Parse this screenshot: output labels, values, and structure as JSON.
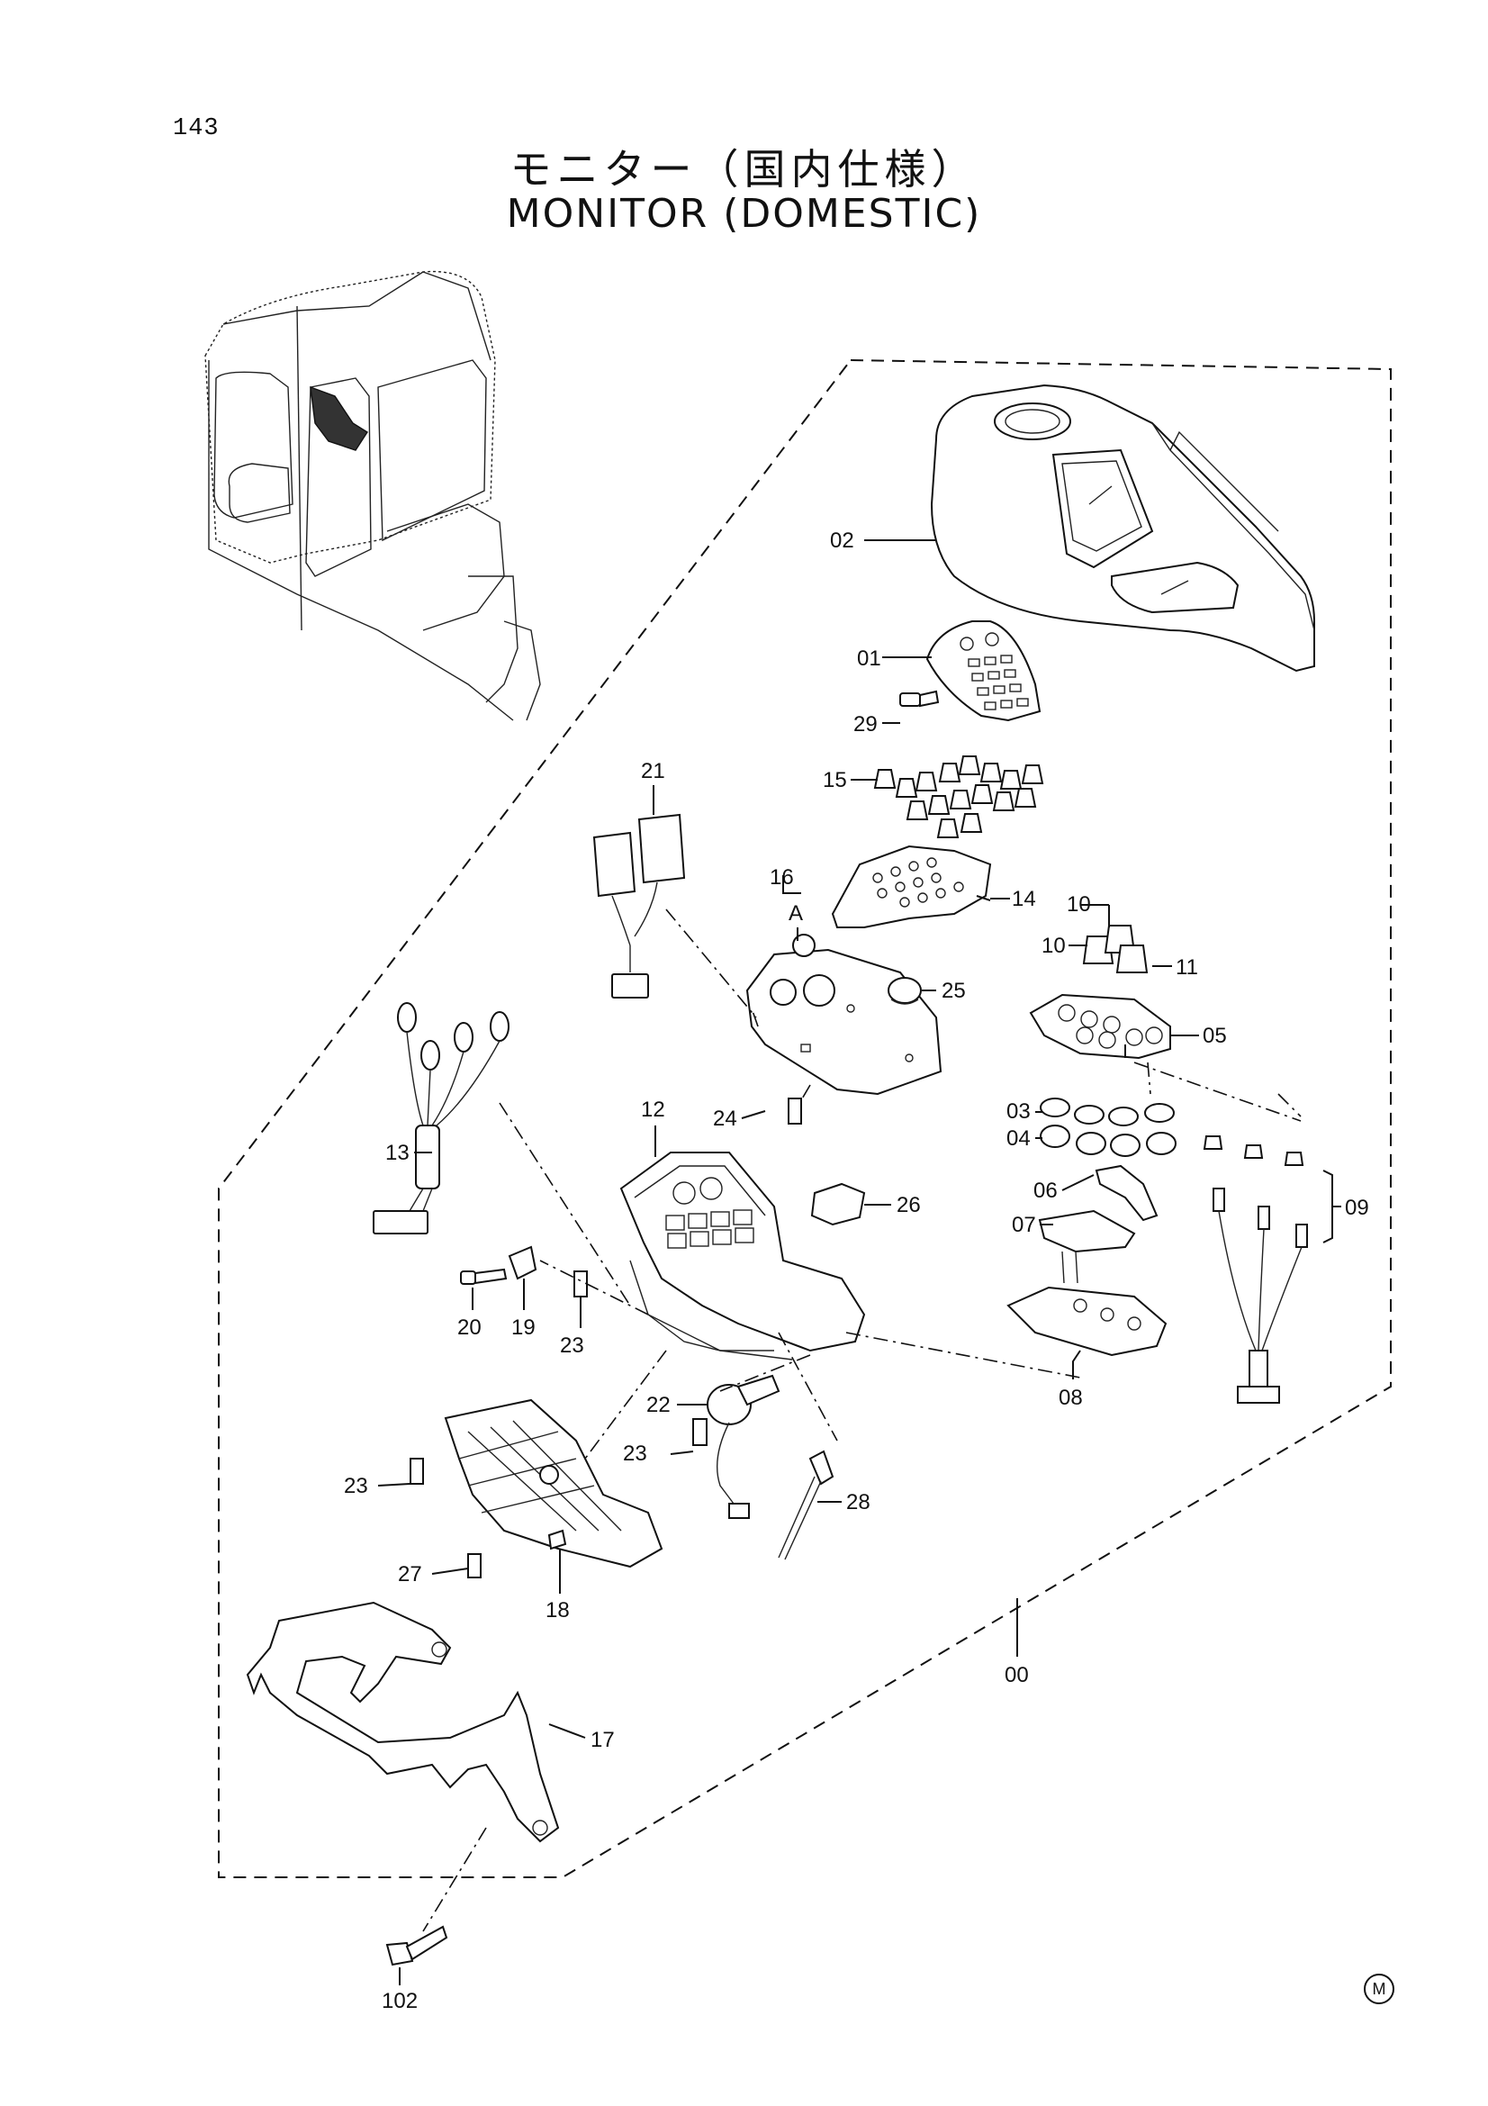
{
  "page": {
    "number": "143"
  },
  "title": {
    "japanese": "モニター（国内仕様）",
    "english": "MONITOR (DOMESTIC)"
  },
  "callouts": {
    "c00": "00",
    "c01": "01",
    "c02": "02",
    "c03": "03",
    "c04": "04",
    "c05": "05",
    "c06": "06",
    "c07": "07",
    "c08": "08",
    "c09": "09",
    "c10a": "10",
    "c10b": "10",
    "c11": "11",
    "c12": "12",
    "c13": "13",
    "c14": "14",
    "c15": "15",
    "c16": "16",
    "cA": "A",
    "c17": "17",
    "c18": "18",
    "c19": "19",
    "c20": "20",
    "c21": "21",
    "c22": "22",
    "c23a": "23",
    "c23b": "23",
    "c23c": "23",
    "c24": "24",
    "c25": "25",
    "c26": "26",
    "c27": "27",
    "c28": "28",
    "c29": "29",
    "c102": "102"
  },
  "footer": {
    "mark": "M"
  }
}
